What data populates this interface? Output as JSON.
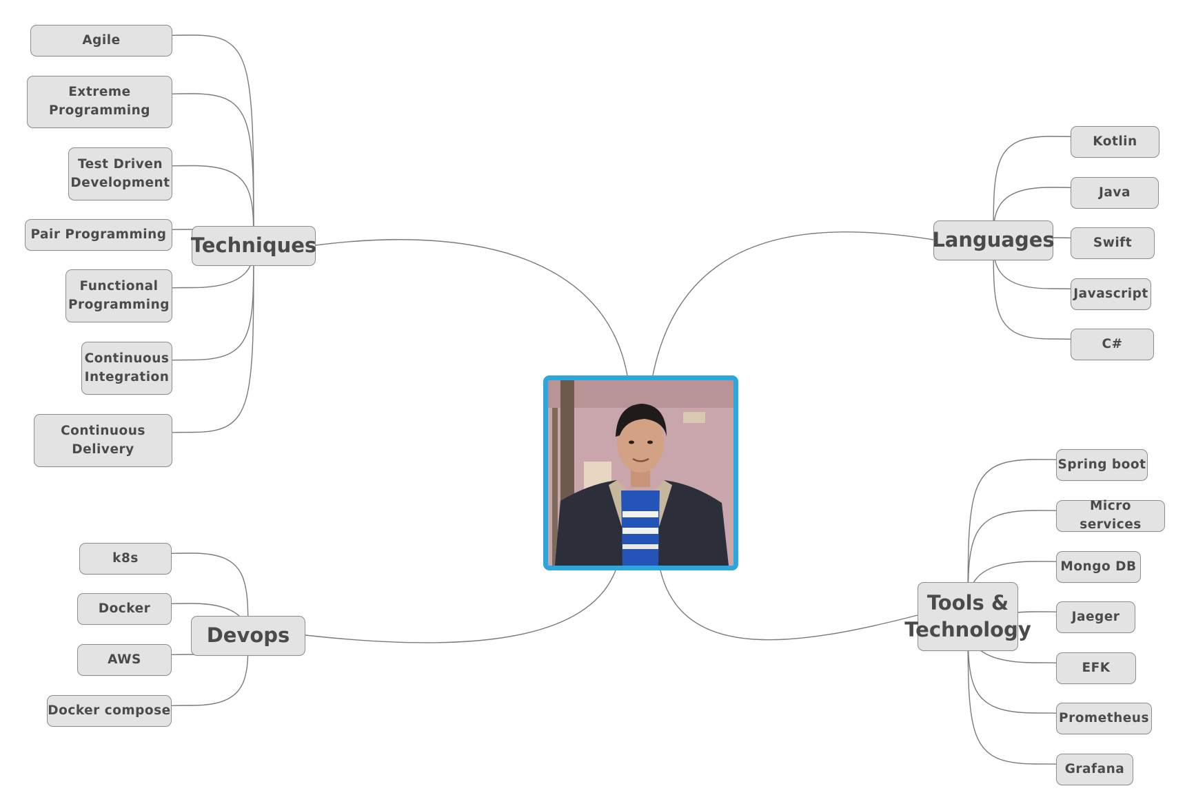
{
  "colors": {
    "node_fill": "#e3e3e3",
    "node_border": "#8c8c8c",
    "node_text": "#4a4a4a",
    "link_stroke": "#7a7a7a",
    "center_frame": "#2ba7de"
  },
  "center": {
    "icon": "profile-photo-icon"
  },
  "branches": [
    {
      "id": "techniques",
      "label": "Techniques",
      "children": [
        {
          "label": "Agile"
        },
        {
          "label": "Extreme\nProgramming"
        },
        {
          "label": "Test Driven\nDevelopment"
        },
        {
          "label": "Pair Programming"
        },
        {
          "label": "Functional\nProgramming"
        },
        {
          "label": "Continuous\nIntegration"
        },
        {
          "label": "Continuous\nDelivery"
        }
      ]
    },
    {
      "id": "languages",
      "label": "Languages",
      "children": [
        {
          "label": "Kotlin"
        },
        {
          "label": "Java"
        },
        {
          "label": "Swift"
        },
        {
          "label": "Javascript"
        },
        {
          "label": "C#"
        }
      ]
    },
    {
      "id": "devops",
      "label": "Devops",
      "children": [
        {
          "label": "k8s"
        },
        {
          "label": "Docker"
        },
        {
          "label": "AWS"
        },
        {
          "label": "Docker compose"
        }
      ]
    },
    {
      "id": "tools",
      "label": "Tools &\nTechnology",
      "children": [
        {
          "label": "Spring boot"
        },
        {
          "label": "Micro services"
        },
        {
          "label": "Mongo DB"
        },
        {
          "label": "Jaeger"
        },
        {
          "label": "EFK"
        },
        {
          "label": "Prometheus"
        },
        {
          "label": "Grafana"
        }
      ]
    }
  ]
}
